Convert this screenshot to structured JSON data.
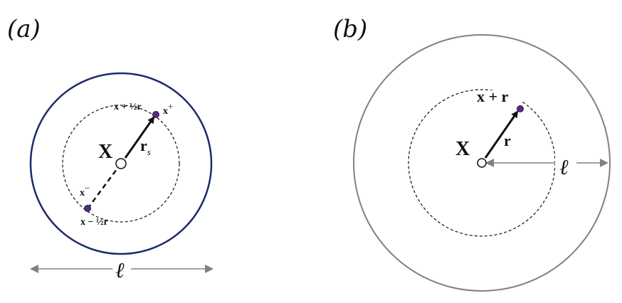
{
  "panel_a": {
    "label": "(a)",
    "center_label": "X",
    "vector_label": "r",
    "vector_subscript": "s",
    "plus_point_label": "x",
    "plus_point_sup": "+",
    "minus_point_label": "x",
    "minus_point_sup": "−",
    "plus_half_label": "x + ½r",
    "minus_half_label": "x − ½r",
    "length_label": "ℓ"
  },
  "panel_b": {
    "label": "(b)",
    "center_label": "X",
    "vector_label": "r",
    "point_label": "x + r",
    "length_label": "ℓ"
  },
  "colors": {
    "outer_circle_a": "#1c2a6b",
    "outer_circle_b": "#808080",
    "point": "#5a2a8a",
    "dimension_arrow": "#808080",
    "ink": "#111111"
  }
}
